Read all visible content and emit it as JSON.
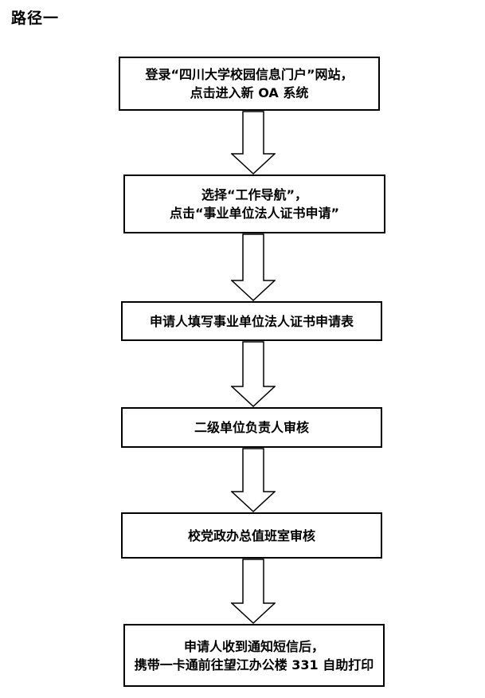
{
  "page": {
    "title": "路径一",
    "background_color": "#ffffff"
  },
  "flowchart": {
    "direction": "top-to-bottom",
    "colors": {
      "box_border": "#000000",
      "box_fill": "#ffffff",
      "text": "#000000",
      "arrow_outline": "#000000",
      "arrow_fill": "#ffffff"
    },
    "icons": {
      "connector": "block-arrow-down-icon"
    },
    "steps": [
      {
        "lines": [
          "登录“四川大学校园信息门户”网站，",
          "点击进入新 OA 系统"
        ]
      },
      {
        "lines": [
          "选择“工作导航”，",
          "点击“事业单位法人证书申请”"
        ]
      },
      {
        "lines": [
          "申请人填写事业单位法人证书申请表"
        ]
      },
      {
        "lines": [
          "二级单位负责人审核"
        ]
      },
      {
        "lines": [
          "校党政办总值班室审核"
        ]
      },
      {
        "lines": [
          "申请人收到通知短信后，",
          "携带一卡通前往望江办公楼 331 自助打印"
        ]
      }
    ]
  }
}
